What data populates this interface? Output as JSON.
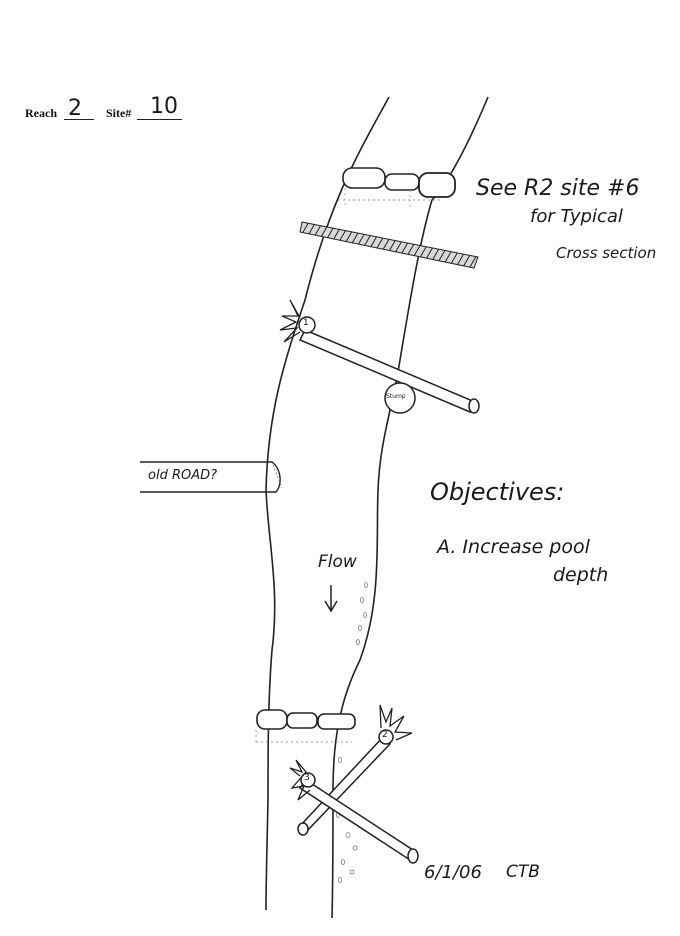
{
  "header": {
    "reach_label": "Reach",
    "reach_value": "2",
    "site_label": "Site#",
    "site_value": "10"
  },
  "notes": {
    "see_line1": "See R2 site #6",
    "see_line2": "for Typical",
    "see_line3": "Cross section",
    "old_road": "old ROAD?",
    "objectives_title": "Objectives:",
    "objective_a": "A. Increase pool",
    "objective_a2": "depth",
    "flow": "Flow",
    "stump_label": "Stump",
    "log1_label": "1",
    "log2_label": "2",
    "log3_label": "3",
    "signature_date": "6/1/06",
    "signature_initials": "CTB"
  }
}
